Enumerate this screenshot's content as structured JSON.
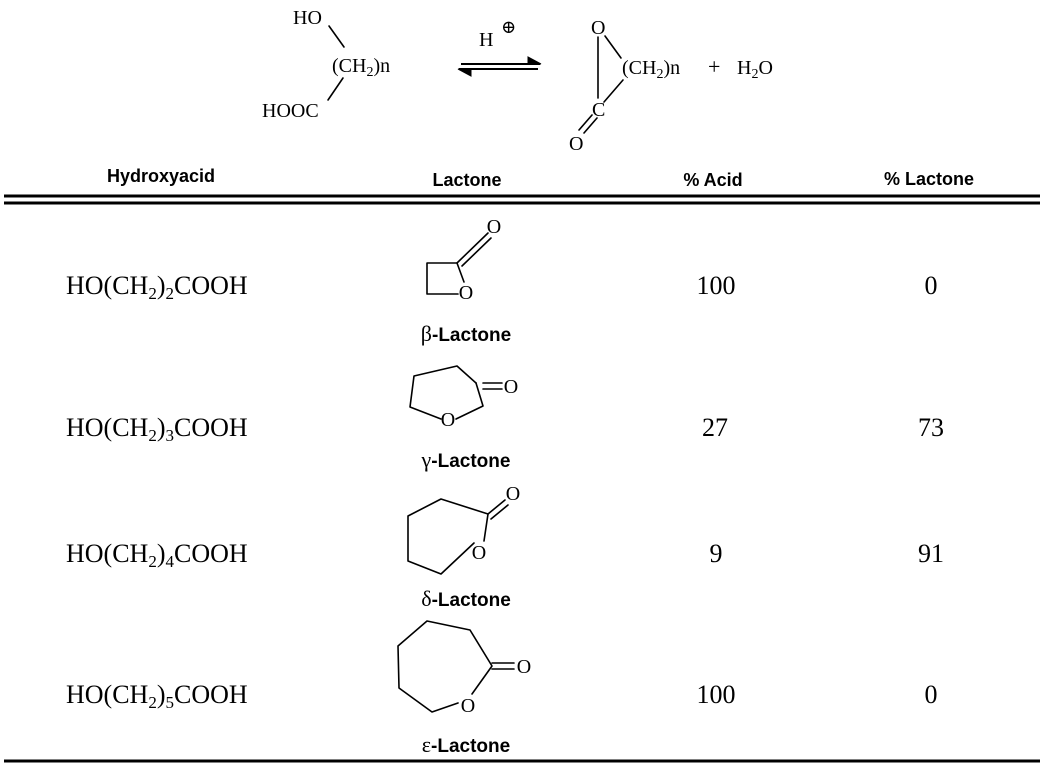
{
  "reaction": {
    "reactant": {
      "hydroxyl": "HO",
      "chain": "(CH",
      "chain_sub": "2",
      "chain_close": ")n",
      "carboxyl": "HOOC"
    },
    "catalyst": "H",
    "catalyst_charge": "⊕",
    "product": {
      "ring_o": "O",
      "chain": "(CH",
      "chain_sub": "2",
      "chain_close": ")n",
      "carbon": "C",
      "carbonyl_o": "O",
      "plus": "+",
      "water_h": "H",
      "water_sub": "2",
      "water_o": "O"
    }
  },
  "table": {
    "headers": {
      "hydroxyacid": "Hydroxyacid",
      "lactone": "Lactone",
      "acid_pct": "% Acid",
      "lactone_pct": "% Lactone"
    },
    "rows": [
      {
        "acid_pre": "HO(CH",
        "acid_h": "2",
        "acid_n": "2",
        "acid_post": "COOH",
        "greek": "β",
        "lactone_name": "-Lactone",
        "ring_size": 4,
        "ring_o": "O",
        "carbonyl_o": "O",
        "acid_pct": "100",
        "lactone_pct": "0"
      },
      {
        "acid_pre": "HO(CH",
        "acid_h": "2",
        "acid_n": "3",
        "acid_post": "COOH",
        "greek": "γ",
        "lactone_name": "-Lactone",
        "ring_size": 5,
        "ring_o": "O",
        "carbonyl_o": "O",
        "acid_pct": "27",
        "lactone_pct": "73"
      },
      {
        "acid_pre": "HO(CH",
        "acid_h": "2",
        "acid_n": "4",
        "acid_post": "COOH",
        "greek": "δ",
        "lactone_name": "-Lactone",
        "ring_size": 6,
        "ring_o": "O",
        "carbonyl_o": "O",
        "acid_pct": "9",
        "lactone_pct": "91"
      },
      {
        "acid_pre": "HO(CH",
        "acid_h": "2",
        "acid_n": "5",
        "acid_post": "COOH",
        "greek": "ε",
        "lactone_name": "-Lactone",
        "ring_size": 7,
        "ring_o": "O",
        "carbonyl_o": "O",
        "acid_pct": "100",
        "lactone_pct": "0"
      }
    ]
  }
}
